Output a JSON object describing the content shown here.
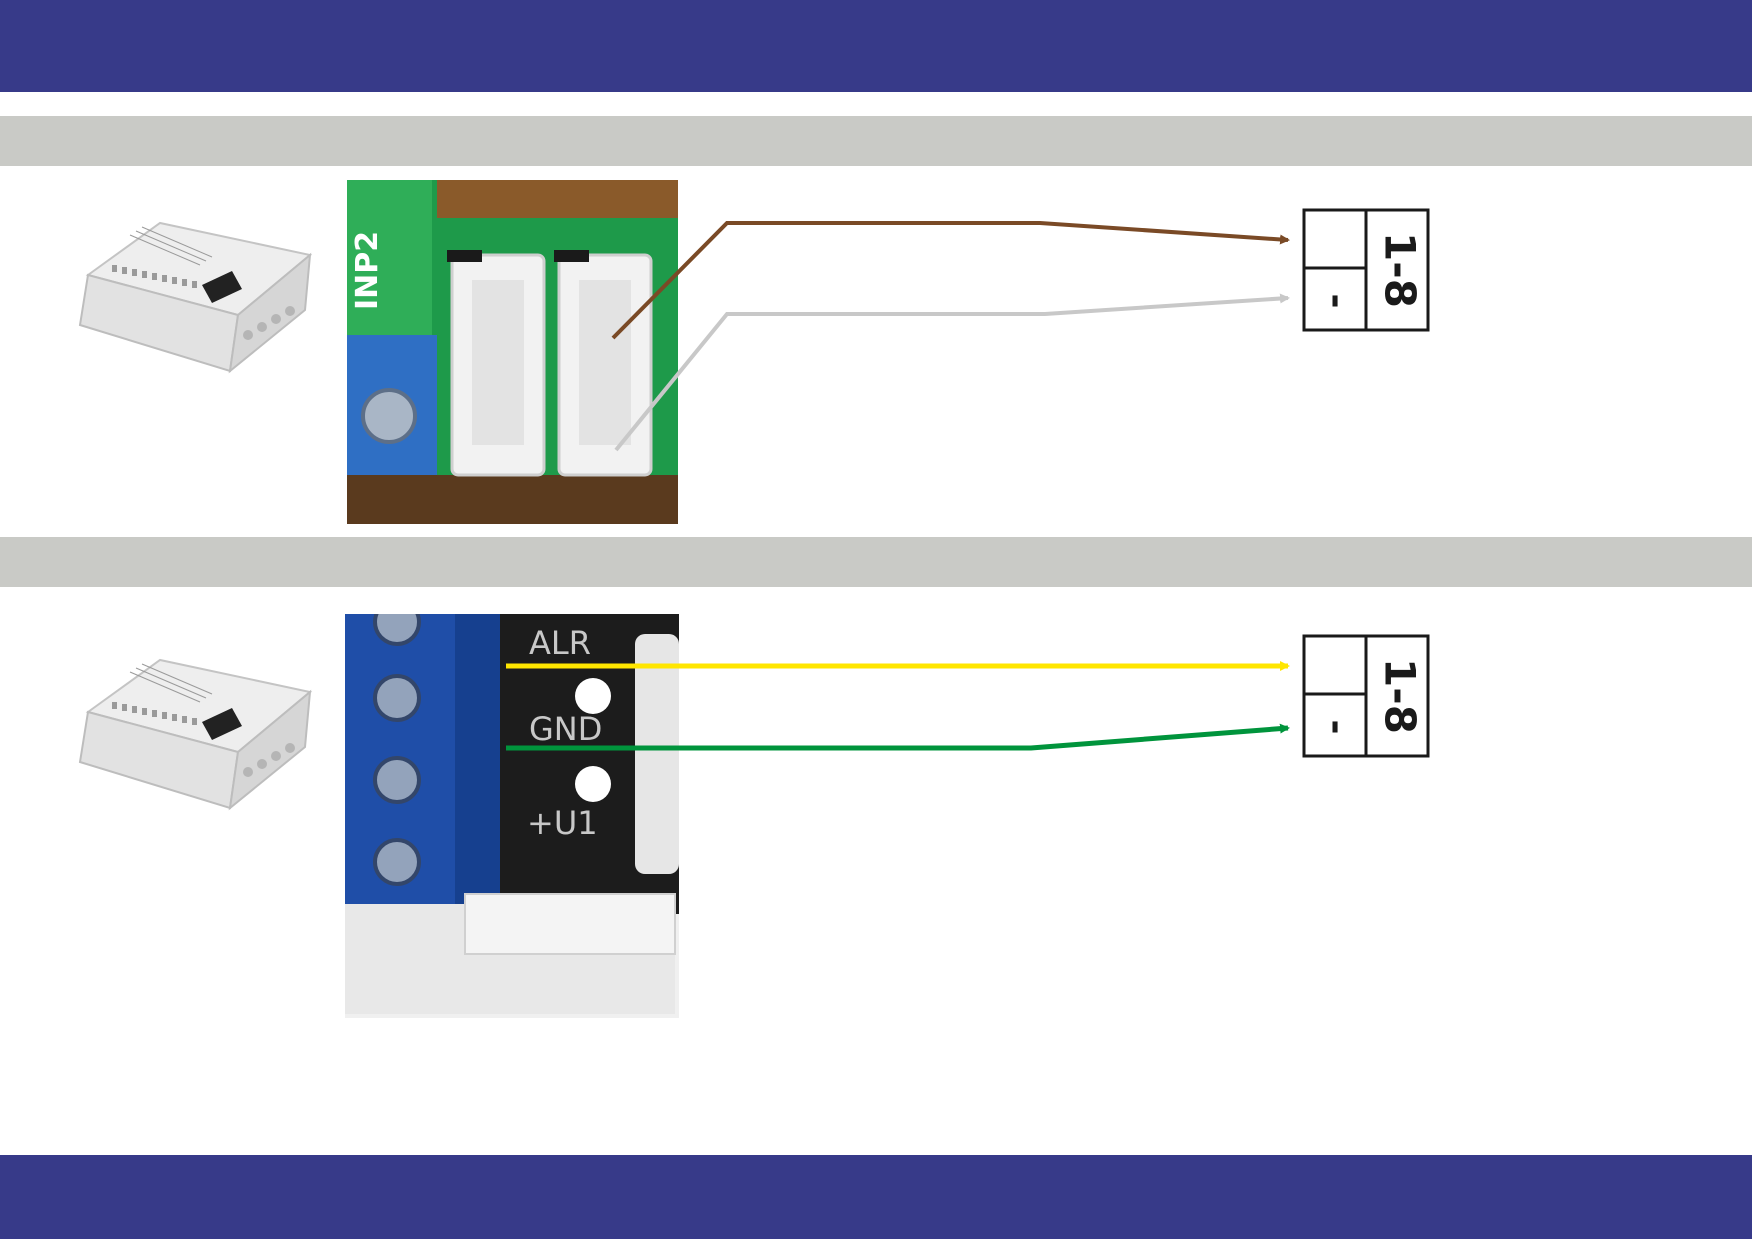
{
  "colors": {
    "header_band": "#373a89",
    "section_band": "#c9cac6",
    "wire_brown": "#7a4a26",
    "wire_white": "#c8c8c8",
    "wire_yellow": "#ffe600",
    "wire_green": "#00943c",
    "pcb_green": "#1e9a4a",
    "terminal_blue": "#1f4ea8"
  },
  "section1": {
    "device_icon": "gsm-module-device",
    "board_label": "INP2",
    "terminal": {
      "top": "1-8",
      "bottom": "-"
    }
  },
  "section2": {
    "device_icon": "gsm-module-device",
    "board_labels": [
      "ALR",
      "GND",
      "+U1"
    ],
    "terminal": {
      "top": "1-8",
      "bottom": "-"
    }
  }
}
